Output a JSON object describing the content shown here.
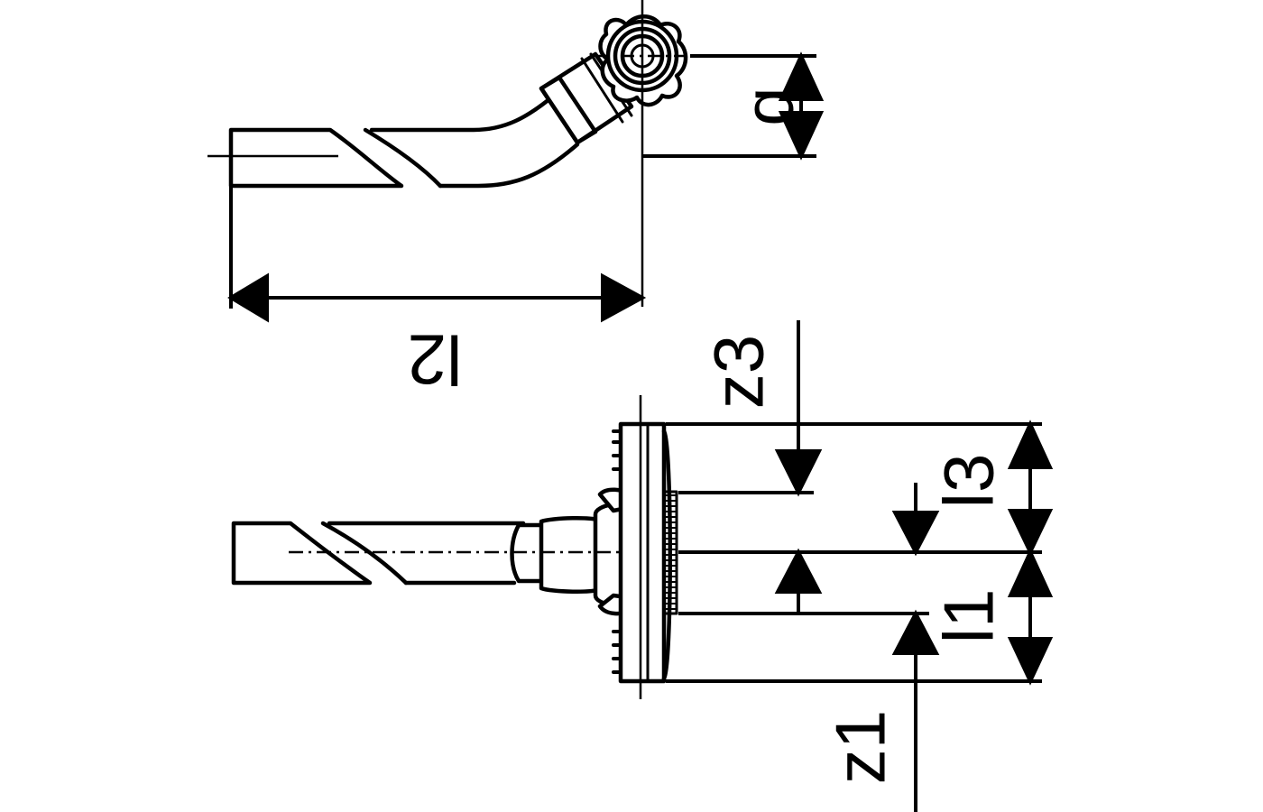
{
  "drawing": {
    "labels": {
      "b": "b",
      "l2": "l2",
      "z3": "z3",
      "l3": "l3",
      "l1": "l1",
      "z1": "z1"
    },
    "colors": {
      "ink": "#000000",
      "paper": "#ffffff"
    }
  }
}
